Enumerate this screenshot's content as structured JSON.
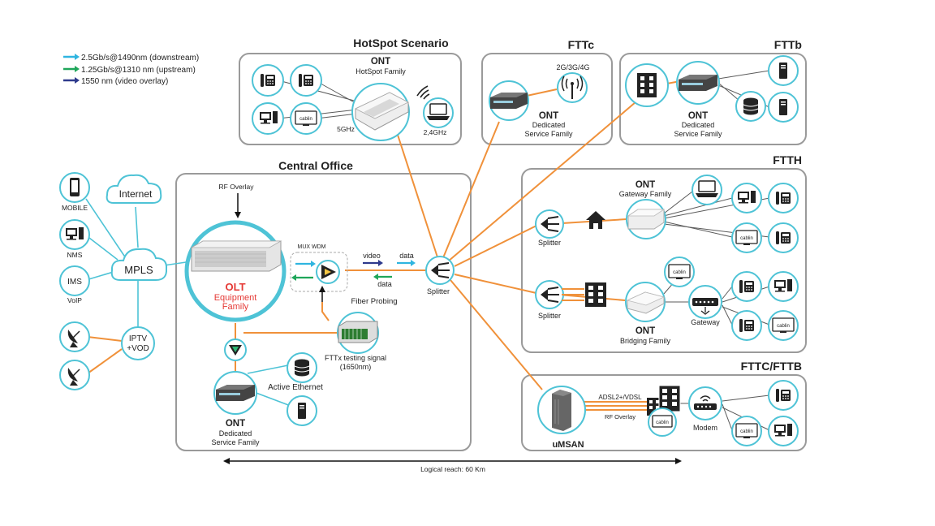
{
  "legend": {
    "items": [
      {
        "label": "2.5Gb/s@1490nm (downstream)",
        "color": "#2fb5e0"
      },
      {
        "label": "1.25Gb/s@1310 nm (upstream)",
        "color": "#1fa65a"
      },
      {
        "label": "1550 nm (video overlay)",
        "color": "#2e3a8c"
      }
    ]
  },
  "colors": {
    "fiber": "#f0913a",
    "accent": "#4ec3d6",
    "panel_border": "#9a9a9a",
    "olt_red": "#e53935"
  },
  "sections": {
    "hotspot": {
      "title": "HotSpot Scenario",
      "ont": "ONT",
      "family": "HotSpot Family",
      "band_5": "5GHz",
      "band_24": "2,4GHz"
    },
    "fttc": {
      "title": "FTTc",
      "mobile": "2G/3G/4G",
      "ont": "ONT",
      "family_1": "Dedicated",
      "family_2": "Service  Family"
    },
    "fttb": {
      "title": "FTTb",
      "ont": "ONT",
      "family_1": "Dedicated",
      "family_2": "Service  Family"
    },
    "central": {
      "title": "Central Office",
      "rf_overlay": "RF Overlay",
      "mux_wdm": "MUX WDM",
      "olt_1": "OLT",
      "olt_2": "Equipment",
      "olt_3": "Family",
      "video": "video",
      "data_up": "data",
      "data_down": "data",
      "splitter": "Splitter",
      "fiber_probing": "Fiber Probing",
      "testing_1": "FTTx testing signal",
      "testing_2": "(1650nm)",
      "active_ethernet": "Active Ethernet",
      "ont": "ONT",
      "family_1": "Dedicated",
      "family_2": "Service  Family"
    },
    "ftth": {
      "title": "FTTH",
      "ont_gw": "ONT",
      "gw_family": "Gateway  Family",
      "splitter_1": "Splitter",
      "splitter_2": "Splitter",
      "ont_br": "ONT",
      "br_family": "Bridging  Family",
      "gateway": "Gateway"
    },
    "fttc_fttb": {
      "title": "FTTC/FTTB",
      "adsl": "ADSL2+/VDSL",
      "rf_overlay": "RF Overlay",
      "umsan": "uMSAN",
      "modem": "Modem"
    }
  },
  "left": {
    "mobile": "MOBILE",
    "internet": "Internet",
    "nms": "NMS",
    "mpls": "MPLS",
    "ims": "IMS",
    "voip": "VoIP",
    "iptv_1": "IPTV",
    "iptv_2": "+VOD"
  },
  "tv_brand": "cablin",
  "reach": "Logical reach: 60 Km"
}
